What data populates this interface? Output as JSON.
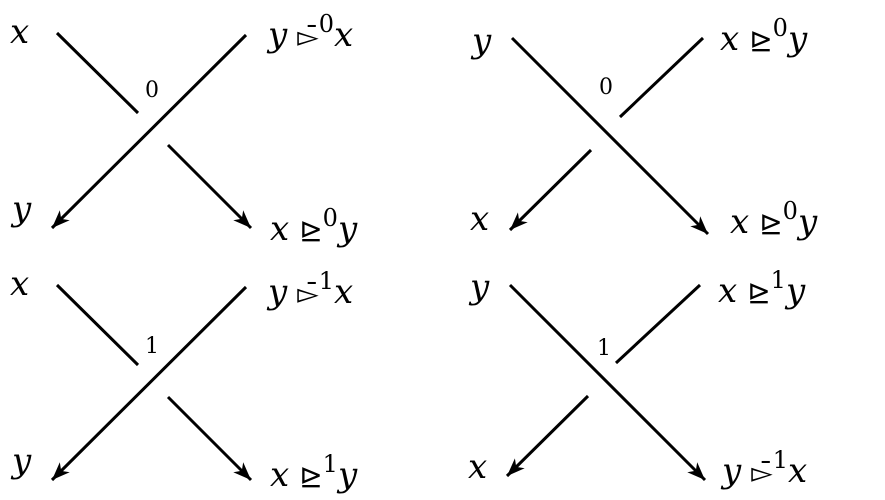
{
  "crossings": [
    {
      "index": "0",
      "over": "left-to-right",
      "top_left": "x",
      "top_right": {
        "a": "y",
        "op": "▻̄",
        "sup": "0",
        "b": "x"
      },
      "bottom_left": "y",
      "bottom_right": {
        "a": "x",
        "op": "⊵",
        "sup": "0",
        "b": "y"
      }
    },
    {
      "index": "0",
      "over": "right-to-left",
      "top_left": "y",
      "top_right": {
        "a": "x",
        "op": "⊵",
        "sup": "0",
        "b": "y"
      },
      "bottom_left": "x",
      "bottom_right": {
        "a": "x",
        "op": "⊵",
        "sup": "0",
        "b": "y"
      }
    },
    {
      "index": "1",
      "over": "left-to-right",
      "top_left": "x",
      "top_right": {
        "a": "y",
        "op": "▻̄",
        "sup": "1",
        "b": "x"
      },
      "bottom_left": "y",
      "bottom_right": {
        "a": "x",
        "op": "⊵",
        "sup": "1",
        "b": "y"
      }
    },
    {
      "index": "1",
      "over": "right-to-left",
      "top_left": "y",
      "top_right": {
        "a": "x",
        "op": "⊵",
        "sup": "1",
        "b": "y"
      },
      "bottom_left": "x",
      "bottom_right": {
        "a": "y",
        "op": "▻̄",
        "sup": "1",
        "b": "x"
      }
    }
  ]
}
